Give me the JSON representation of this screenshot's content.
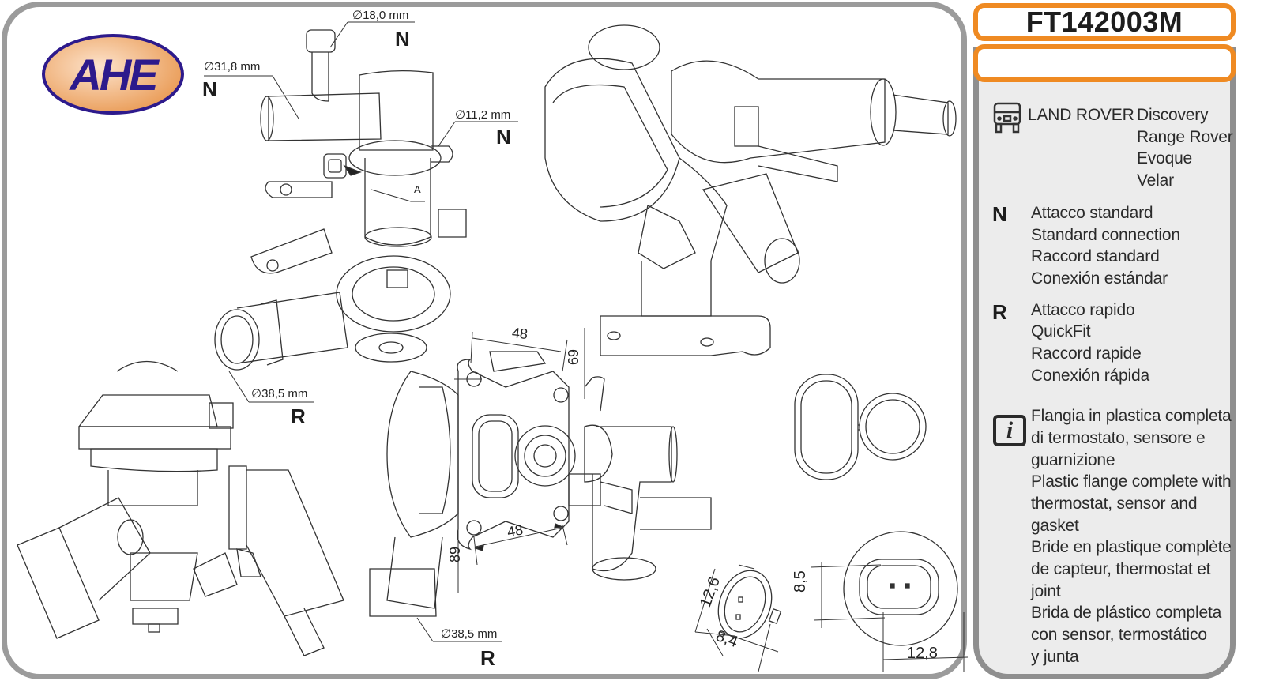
{
  "brand": {
    "logo_text": "AHE",
    "colors": {
      "logo_border": "#2d1a8c",
      "logo_fill": "#f0a868",
      "logo_text": "#2d1a8c",
      "accent": "#ef8a22",
      "panel_border": "#9b9b9b",
      "panel_bg": "#ececec"
    }
  },
  "header": {
    "part_number": "FT142003M",
    "sub_label": ""
  },
  "applications": {
    "icon": "vehicle-front-icon",
    "make": "LAND ROVER",
    "models": [
      "Discovery",
      "Range Rover",
      "Evoque",
      "Velar"
    ]
  },
  "legend": [
    {
      "key": "N",
      "lines": [
        "Attacco standard",
        "Standard connection",
        "Raccord standard",
        "Conexión estándar"
      ]
    },
    {
      "key": "R",
      "lines": [
        "Attacco rapido",
        "QuickFit",
        "Raccord rapide",
        "Conexión rápida"
      ]
    }
  ],
  "info": {
    "icon": "info-icon",
    "lines": [
      "Flangia in plastica completa",
      "di termostato, sensore e",
      "guarnizione",
      "Plastic flange complete with",
      "thermostat, sensor and",
      "gasket",
      "Bride en plastique complète",
      "de capteur, thermostat et",
      "joint",
      "Brida de plástico completa",
      "con sensor, termostático",
      "y junta"
    ]
  },
  "drawing": {
    "connections": [
      {
        "diameter": "∅18,0 mm",
        "type": "N"
      },
      {
        "diameter": "∅31,8 mm",
        "type": "N"
      },
      {
        "diameter": "∅11,2 mm",
        "type": "N"
      },
      {
        "diameter": "∅38,5 mm",
        "type": "R"
      },
      {
        "diameter": "∅38,5 mm",
        "type": "R"
      }
    ],
    "flange_dims": {
      "top_width": "48",
      "bottom_width": "48",
      "right_height": "69",
      "left_height": "89"
    },
    "detail_label": "A",
    "sensor_dims": {
      "height": "12,6",
      "width": "8,4"
    },
    "socket_dims": {
      "height": "8,5",
      "width": "12,8"
    }
  }
}
